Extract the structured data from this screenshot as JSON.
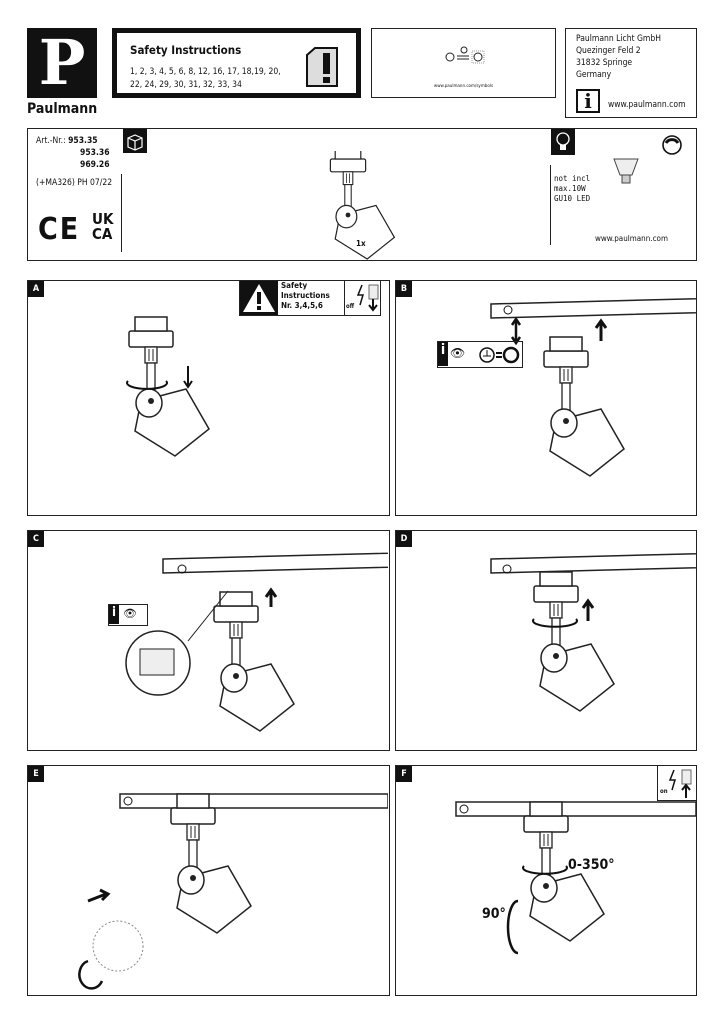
{
  "brand": {
    "logo_letter": "P",
    "name": "Paulmann"
  },
  "safety": {
    "title": "Safety Instructions",
    "numbers_line1": "1, 2, 3, 4, 5, 6, 8, 12, 16, 17, 18,19, 20,",
    "numbers_line2": "22, 24, 29, 30, 31, 32, 33, 34"
  },
  "symbols": {
    "url": "www.paulmann.com/symbols"
  },
  "address": {
    "company": "Paulmann Licht GmbH",
    "street": "Quezinger Feld 2",
    "city": "31832 Springe",
    "country": "Germany",
    "website": "www.paulmann.com"
  },
  "product": {
    "art_label": "Art.-Nr.:",
    "art_numbers": [
      "953.35",
      "953.36",
      "969.26"
    ],
    "revision": "(+MA326) PH 07/22",
    "ce": "CE",
    "ukca_top": "UK",
    "ukca_bottom": "CA",
    "quantity": "1x",
    "bulb_lines": [
      "not incl",
      "max.10W",
      "GU10 LED"
    ],
    "website": "www.paulmann.com"
  },
  "steps": {
    "a": {
      "label": "A",
      "safety_title_1": "Safety",
      "safety_title_2": "Instructions",
      "safety_nr": "Nr. 3,4,5,6",
      "power": "off"
    },
    "b": {
      "label": "B"
    },
    "c": {
      "label": "C"
    },
    "d": {
      "label": "D"
    },
    "e": {
      "label": "E"
    },
    "f": {
      "label": "F",
      "power": "on",
      "rotation": "0-350°",
      "tilt": "90°"
    }
  }
}
